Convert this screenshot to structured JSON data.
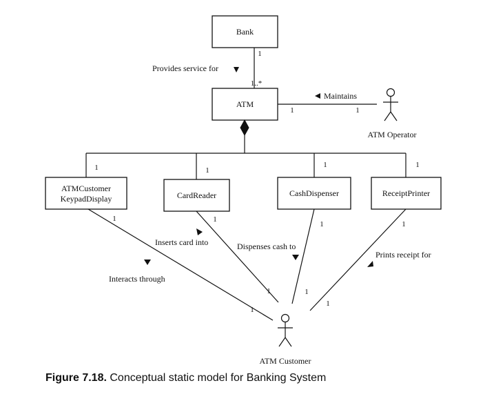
{
  "classes": {
    "bank": "Bank",
    "atm": "ATM",
    "keypad_line1": "ATMCustomer",
    "keypad_line2": "KeypadDisplay",
    "card_reader": "CardReader",
    "cash_dispenser": "CashDispenser",
    "receipt_printer": "ReceiptPrinter"
  },
  "actors": {
    "operator": "ATM Operator",
    "customer": "ATM Customer"
  },
  "associations": {
    "provides_service": "Provides service for",
    "maintains": "Maintains",
    "interacts": "Interacts through",
    "inserts_card": "Inserts card into",
    "dispenses_cash": "Dispenses cash to",
    "prints_receipt": "Prints receipt for"
  },
  "multiplicities": {
    "bank_atm_bank": "1",
    "bank_atm_atm": "1..*",
    "maint_atm": "1",
    "maint_op": "1",
    "agg_keypad": "1",
    "agg_card": "1",
    "agg_cash": "1",
    "agg_receipt": "1",
    "keypad_top": "1",
    "keypad_cust": "1",
    "card_top": "1",
    "card_cust": "1",
    "cash_top": "1",
    "cash_cust": "1",
    "receipt_top": "1",
    "receipt_cust": "1"
  },
  "caption": {
    "label": "Figure 7.18.",
    "text": " Conceptual static model for Banking System"
  }
}
